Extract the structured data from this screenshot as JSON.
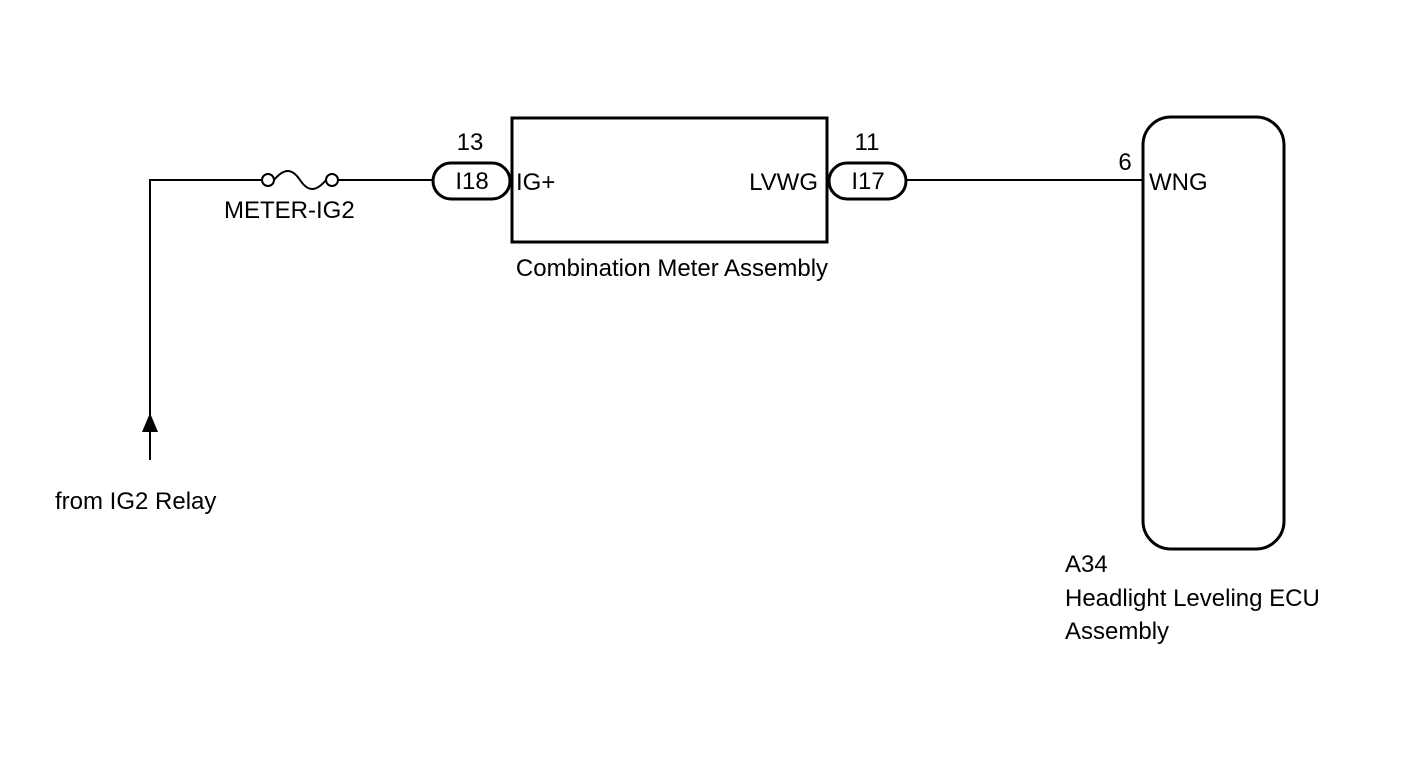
{
  "source": {
    "label": "from IG2 Relay"
  },
  "fuse": {
    "label": "METER-IG2"
  },
  "combination_meter": {
    "name": "Combination Meter Assembly",
    "input_connector": {
      "code": "I18",
      "pin": "13",
      "terminal": "IG+"
    },
    "output_connector": {
      "code": "I17",
      "pin": "11",
      "terminal": "LVWG"
    }
  },
  "headlight_ecu": {
    "code": "A34",
    "name_line1": "Headlight Leveling ECU",
    "name_line2": "Assembly",
    "pin": "6",
    "terminal": "WNG"
  }
}
